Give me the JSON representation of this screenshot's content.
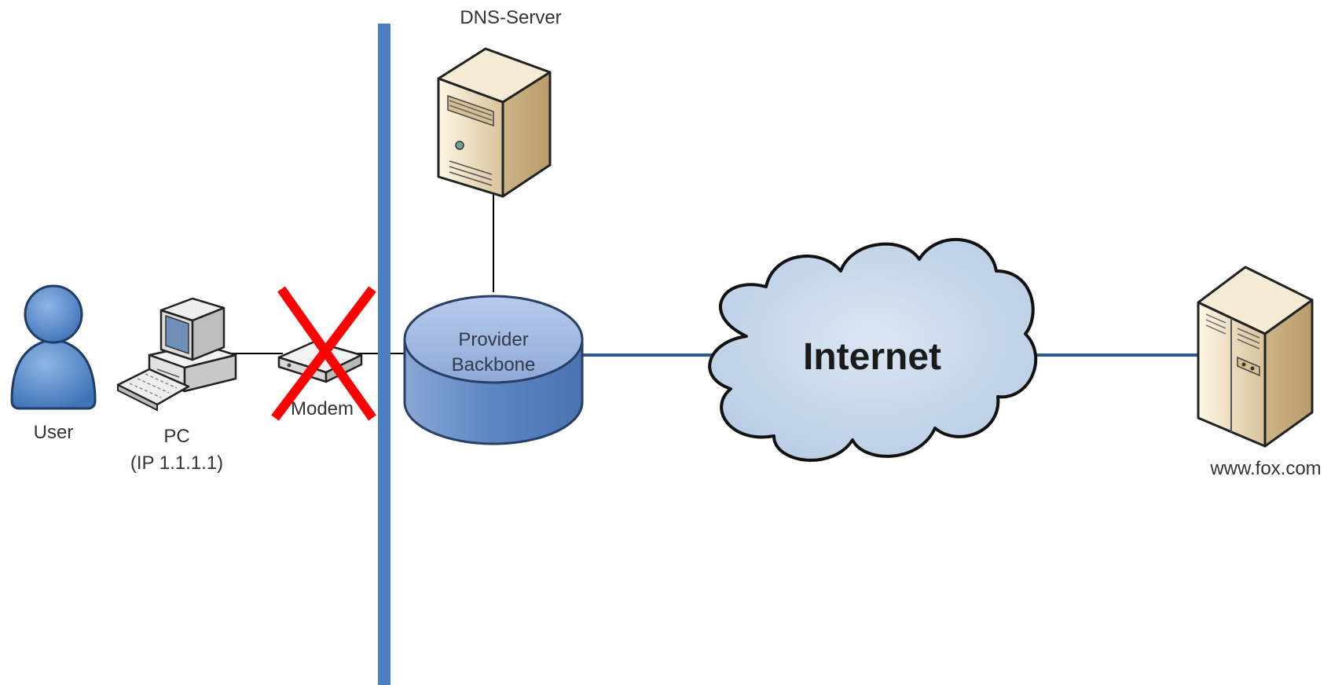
{
  "diagram": {
    "nodes": {
      "dns_server": {
        "label": "DNS-Server"
      },
      "user": {
        "label": "User"
      },
      "pc": {
        "label": "PC",
        "sublabel": "(IP 1.1.1.1)"
      },
      "modem": {
        "label": "Modem",
        "status": "disconnected"
      },
      "backbone": {
        "label_line1": "Provider",
        "label_line2": "Backbone"
      },
      "internet": {
        "label": "Internet"
      },
      "web_server": {
        "label": "www.fox.com"
      }
    },
    "colors": {
      "boundary": "#4a7fc1",
      "link": "#2f5a8a",
      "cross": "#ff0000",
      "backbone_fill": "#9ab3dd",
      "cloud_fill": "#c5d6ea",
      "server_fill": "#efe1c4",
      "user_fill": "#5b8fd0"
    }
  }
}
